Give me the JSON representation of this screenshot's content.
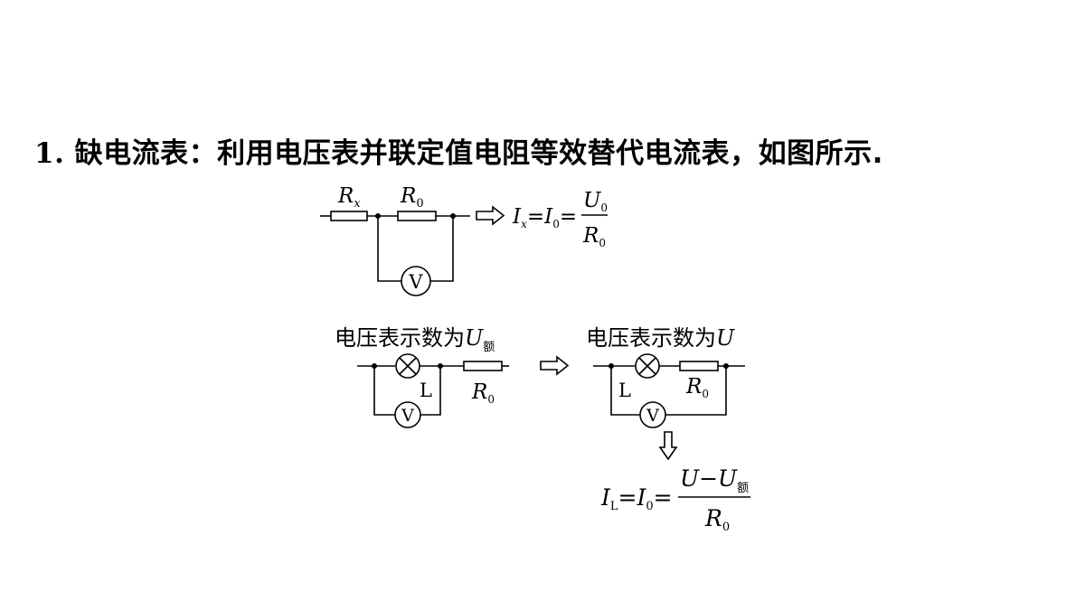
{
  "heading": {
    "number": "1",
    "text": "缺电流表：利用电压表并联定值电阻等效替代电流表，如图所示."
  },
  "circuit1": {
    "label_rx": "R",
    "label_rx_sub": "x",
    "label_r0": "R",
    "label_r0_sub": "0",
    "meter": "V",
    "formula": {
      "ix": "I",
      "ix_sub": "x",
      "eq1": "=",
      "i0": "I",
      "i0_sub": "0",
      "eq2": "=",
      "num": "U",
      "num_sub": "0",
      "den": "R",
      "den_sub": "0"
    }
  },
  "circuit2": {
    "caption": "电压表示数为",
    "caption_var": "U",
    "caption_sub": "额",
    "lamp_label": "L",
    "meter": "V",
    "label_r0": "R",
    "label_r0_sub": "0"
  },
  "circuit3": {
    "caption": "电压表示数为",
    "caption_var": "U",
    "lamp_label": "L",
    "meter": "V",
    "label_r0": "R",
    "label_r0_sub": "0"
  },
  "final_formula": {
    "il": "I",
    "il_sub": "L",
    "eq1": "=",
    "i0": "I",
    "i0_sub": "0",
    "eq2": "=",
    "num_u": "U",
    "num_minus": "−",
    "num_u2": "U",
    "num_u2_sub": "额",
    "den": "R",
    "den_sub": "0"
  }
}
